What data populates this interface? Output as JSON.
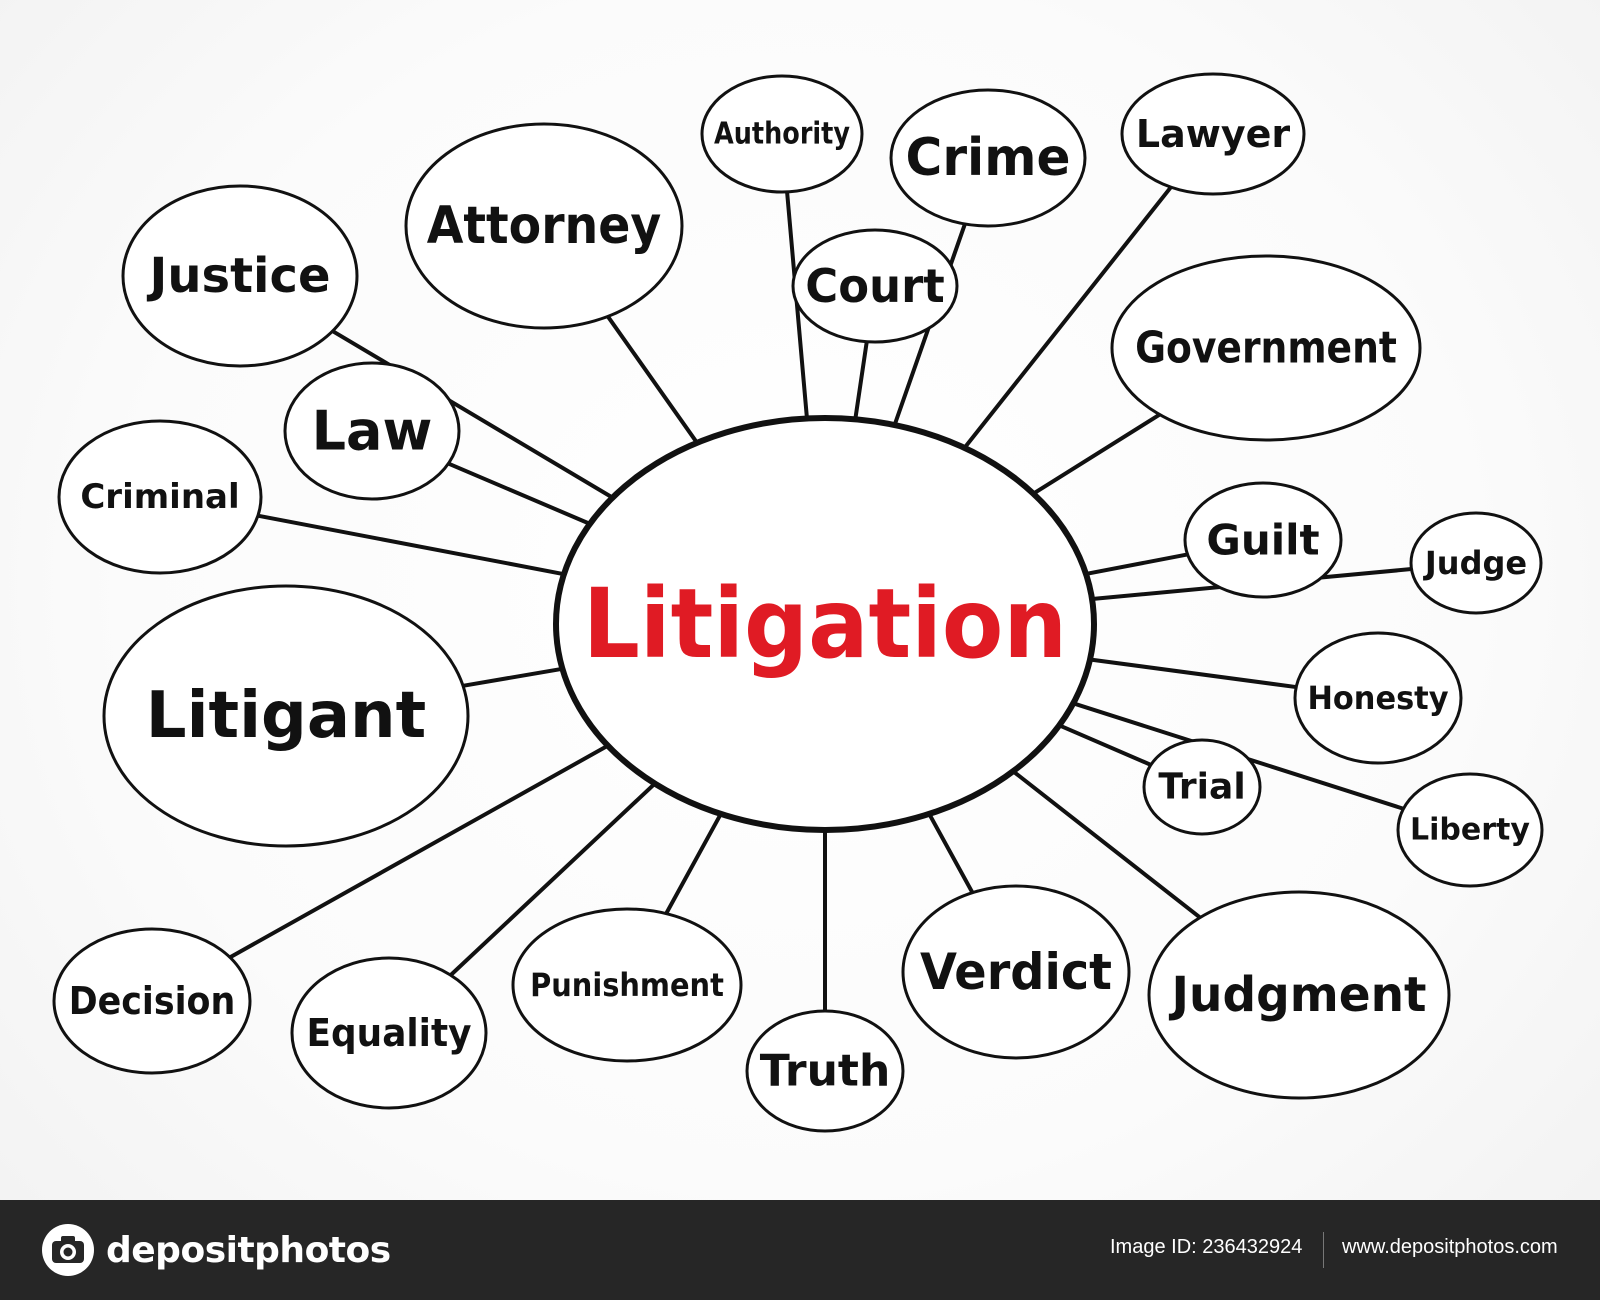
{
  "diagram": {
    "center": {
      "label": "Litigation",
      "color": "#e01b24"
    },
    "branches": [
      {
        "id": "authority",
        "label": "Authority"
      },
      {
        "id": "crime",
        "label": "Crime"
      },
      {
        "id": "lawyer",
        "label": "Lawyer"
      },
      {
        "id": "attorney",
        "label": "Attorney"
      },
      {
        "id": "justice",
        "label": "Justice"
      },
      {
        "id": "court",
        "label": "Court"
      },
      {
        "id": "government",
        "label": "Government"
      },
      {
        "id": "law",
        "label": "Law"
      },
      {
        "id": "criminal",
        "label": "Criminal"
      },
      {
        "id": "guilt",
        "label": "Guilt"
      },
      {
        "id": "judge",
        "label": "Judge"
      },
      {
        "id": "litigant",
        "label": "Litigant"
      },
      {
        "id": "honesty",
        "label": "Honesty"
      },
      {
        "id": "trial",
        "label": "Trial"
      },
      {
        "id": "liberty",
        "label": "Liberty"
      },
      {
        "id": "decision",
        "label": "Decision"
      },
      {
        "id": "equality",
        "label": "Equality"
      },
      {
        "id": "punishment",
        "label": "Punishment"
      },
      {
        "id": "truth",
        "label": "Truth"
      },
      {
        "id": "verdict",
        "label": "Verdict"
      },
      {
        "id": "judgment",
        "label": "Judgment"
      }
    ]
  },
  "footer": {
    "brand": "depositphotos",
    "image_id": "Image ID: 236432924",
    "url": "www.depositphotos.com",
    "background_color": "#262626"
  }
}
